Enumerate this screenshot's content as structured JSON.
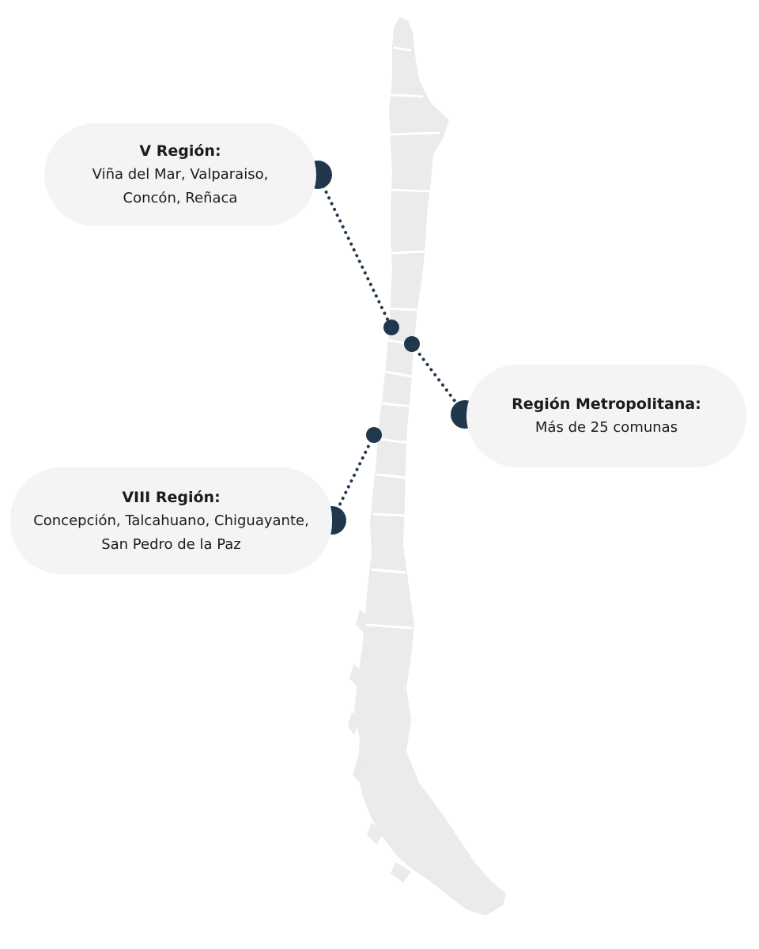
{
  "colors": {
    "map_fill": "#ebebeb",
    "marker": "#21374d",
    "callout_bg": "#f4f4f4",
    "text": "#1b1b1b"
  },
  "regions": [
    {
      "id": "v",
      "title": "V Región:",
      "lines": [
        "Viña del Mar, Valparaiso,",
        "Concón, Reñaca"
      ]
    },
    {
      "id": "rm",
      "title": "Región Metropolitana:",
      "lines": [
        "Más de 25 comunas"
      ]
    },
    {
      "id": "viii",
      "title": "VIII Región:",
      "lines": [
        "Concepción, Talcahuano, Chiguayante,",
        "San Pedro de la Paz"
      ]
    }
  ]
}
